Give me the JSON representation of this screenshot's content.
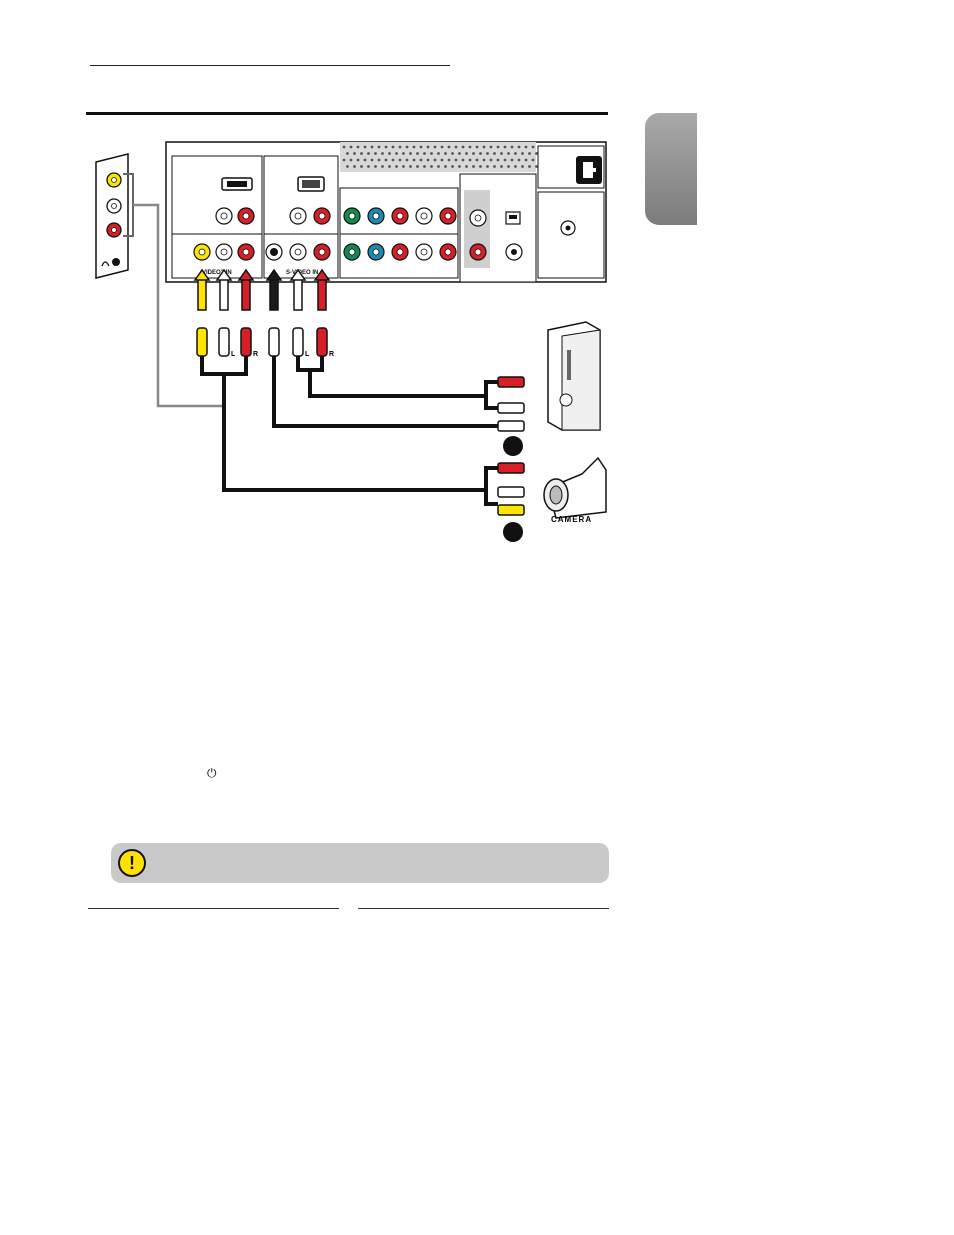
{
  "page": {
    "section_rule_label": "",
    "lang_tab_label": ""
  },
  "diagram": {
    "labels": {
      "video_in": "VIDEO2 IN",
      "svideo_in": "S-VIDEO IN",
      "audio_left": "L",
      "audio_right": "R",
      "camera": "CAMERA"
    },
    "colors": {
      "video_yellow": "#ffe400",
      "audio_white": "#ffffff",
      "audio_red": "#d61f26",
      "svideo_black": "#1a1a1a",
      "component_green": "#118a4e",
      "component_blue": "#1e8ab0",
      "panel_gray": "#cfcfcf"
    },
    "icons": [
      "power-connector-icon",
      "game-console-icon",
      "camcorder-icon",
      "headphone-icon"
    ]
  },
  "text": {
    "power_symbol": "⏻"
  },
  "warning": {
    "icon_symbol": "!",
    "text": ""
  }
}
